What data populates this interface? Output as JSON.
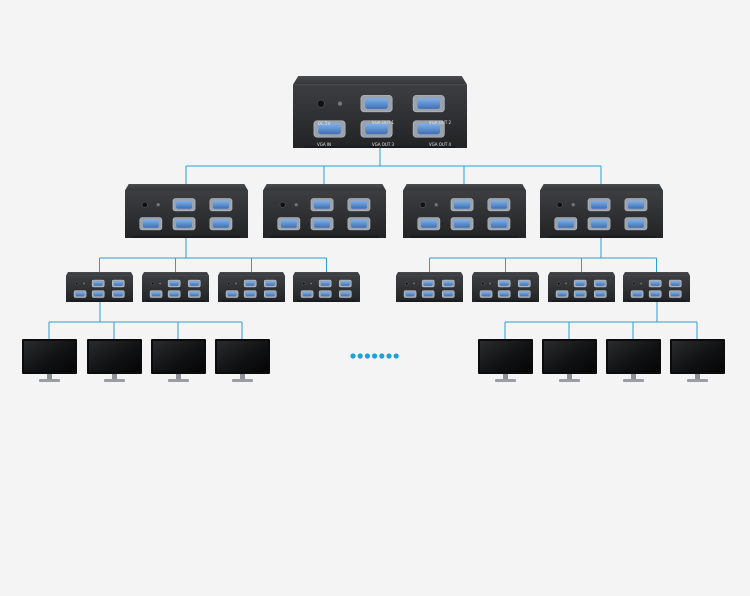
{
  "diagram": {
    "colors": {
      "background": "#f4f4f4",
      "connector": "#2a9fd6",
      "device_body": "#2b2c2e",
      "device_top": "#3a3b3e",
      "port": "#5b8fd0",
      "dots": "#1ea0d8"
    },
    "root": {
      "name": "root-splitter",
      "labels": {
        "power": "DC 5V",
        "input": "VGA IN",
        "out1": "VGA OUT 1",
        "out2": "VGA OUT 2",
        "out3": "VGA OUT 3",
        "out4": "VGA OUT 4"
      }
    },
    "tiers": [
      {
        "name": "tier-1",
        "count": 4
      },
      {
        "name": "tier-2-left",
        "count": 4
      },
      {
        "name": "tier-2-right",
        "count": 4
      },
      {
        "name": "monitors-left",
        "count": 4
      },
      {
        "name": "monitors-right",
        "count": 4
      }
    ],
    "continuation_dots": 7
  }
}
